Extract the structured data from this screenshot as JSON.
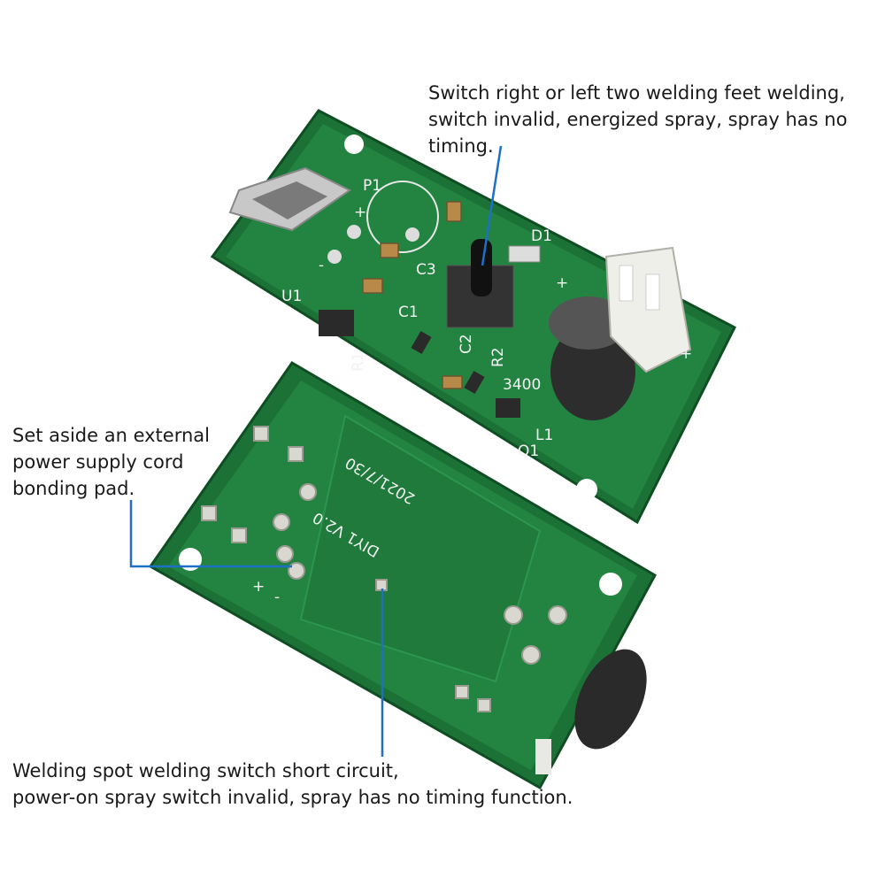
{
  "annotations": {
    "top_right": {
      "lines": [
        "Switch right or left two welding feet welding,",
        "switch invalid, energized spray, spray has no",
        "timing."
      ]
    },
    "left": {
      "lines": [
        "Set aside an external",
        "power supply cord",
        "bonding pad."
      ]
    },
    "bottom": {
      "lines": [
        "Welding spot welding switch short circuit,",
        "power-on spray switch invalid, spray has no timing function."
      ]
    }
  },
  "pcb_top_silkscreen": [
    "P1",
    "D1",
    "C3",
    "C1",
    "U1",
    "R1",
    "C2",
    "R2",
    "L1",
    "Q1",
    "3400",
    "+",
    "-",
    "+",
    "+"
  ],
  "pcb_bottom_silkscreen": [
    "DIY1 V2.0",
    "2021/7/30",
    "+",
    "-"
  ],
  "colors": {
    "callout_line": "#1f6fc4",
    "pcb_green": "#1e7a3a",
    "text": "#1a1a1a"
  }
}
